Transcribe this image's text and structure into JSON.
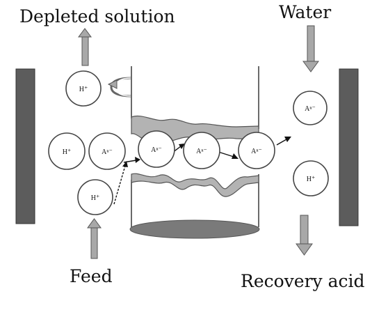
{
  "labels": {
    "depleted_solution": "Depleted solution",
    "water": "Water",
    "feed": "Feed",
    "recovery_acid": "Recovery acid"
  },
  "ions": {
    "proton_top_left": "H⁺",
    "proton_left": "H⁺",
    "anion_left": "Aⁿ⁻",
    "anion_membrane_1": "Aⁿ⁻",
    "anion_membrane_2": "Aⁿ⁻",
    "anion_membrane_3": "Aⁿ⁻",
    "proton_feed": "H⁺",
    "anion_right": "Aⁿ⁻",
    "proton_right": "H⁺"
  },
  "colors": {
    "electrode": "#5c5c5c",
    "arrow_fill": "#a8a8a8",
    "membrane_fill": "#b3b3b3",
    "outline": "#444444"
  }
}
